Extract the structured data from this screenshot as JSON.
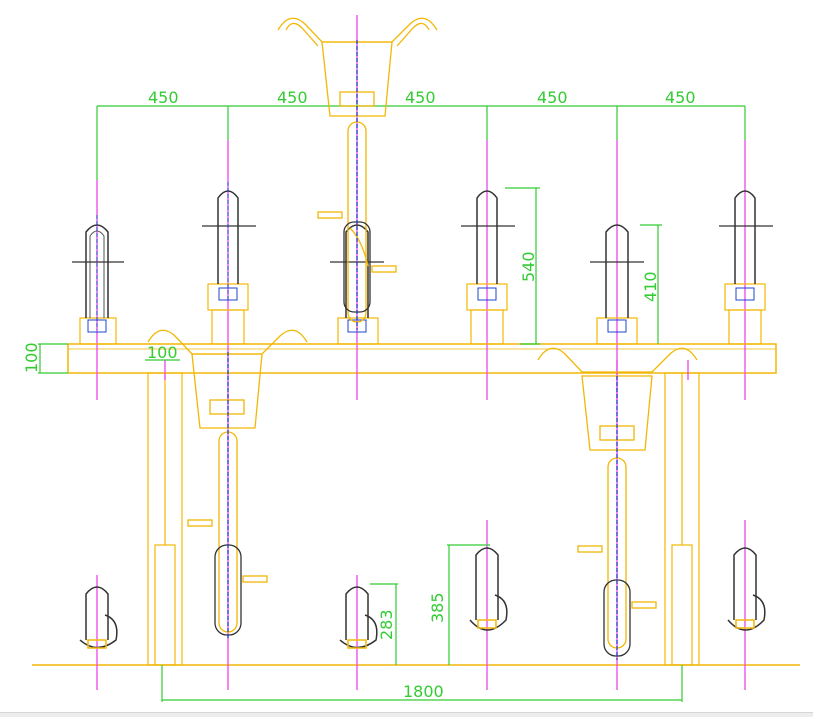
{
  "drawing": {
    "top_spacings": [
      "450",
      "450",
      "450",
      "450",
      "450"
    ],
    "dim_beam_height": "100",
    "dim_beam_offset": "100",
    "dim_rack_540": "540",
    "dim_rack_410": "410",
    "dim_ground_385": "385",
    "dim_ground_283": "283",
    "dim_span_1800": "1800"
  },
  "colors": {
    "structure": "#f2b705",
    "dimension": "#33cc33",
    "centerline": "#ee44ee",
    "bike": "#333333",
    "hub": "#2244cc"
  }
}
